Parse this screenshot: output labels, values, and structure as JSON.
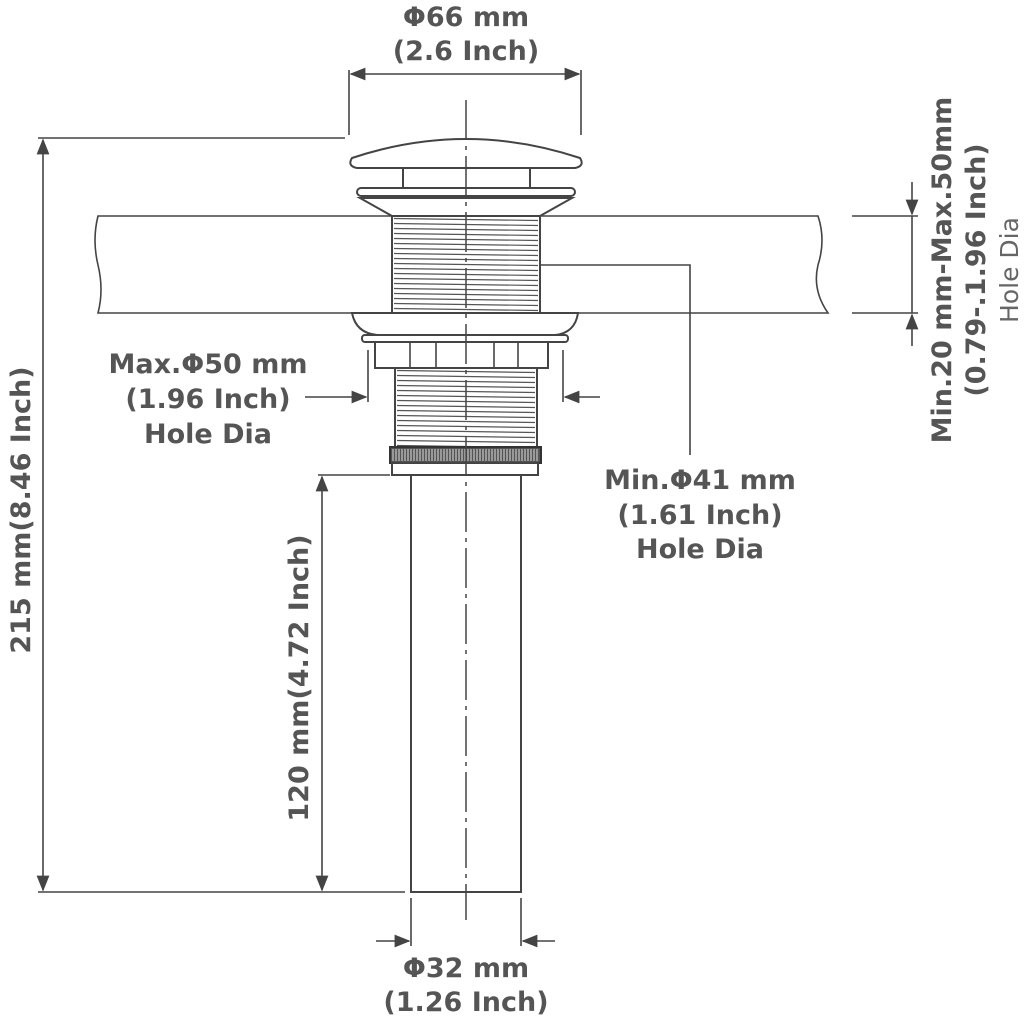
{
  "top_diameter": {
    "line1": "Φ66 mm",
    "line2": "(2.6 Inch)"
  },
  "max_hole": {
    "line1": "Max.Φ50 mm",
    "line2": "(1.96 Inch)",
    "line3": "Hole Dia"
  },
  "min_hole": {
    "line1": "Min.Φ41 mm",
    "line2": "(1.61 Inch)",
    "line3": "Hole Dia"
  },
  "total_height": {
    "label": "215 mm(8.46 Inch)"
  },
  "pipe_length": {
    "label": "120 mm(4.72 Inch)"
  },
  "counter_thickness": {
    "line1": "Min.20 mm-Max.50mm",
    "line2": "(0.79-.1.96 Inch)",
    "line3": "Hole Dia"
  },
  "pipe_diameter": {
    "line1": "Φ32 mm",
    "line2": "(1.26 Inch)"
  },
  "colors": {
    "line": "#444444",
    "text": "#555555"
  }
}
